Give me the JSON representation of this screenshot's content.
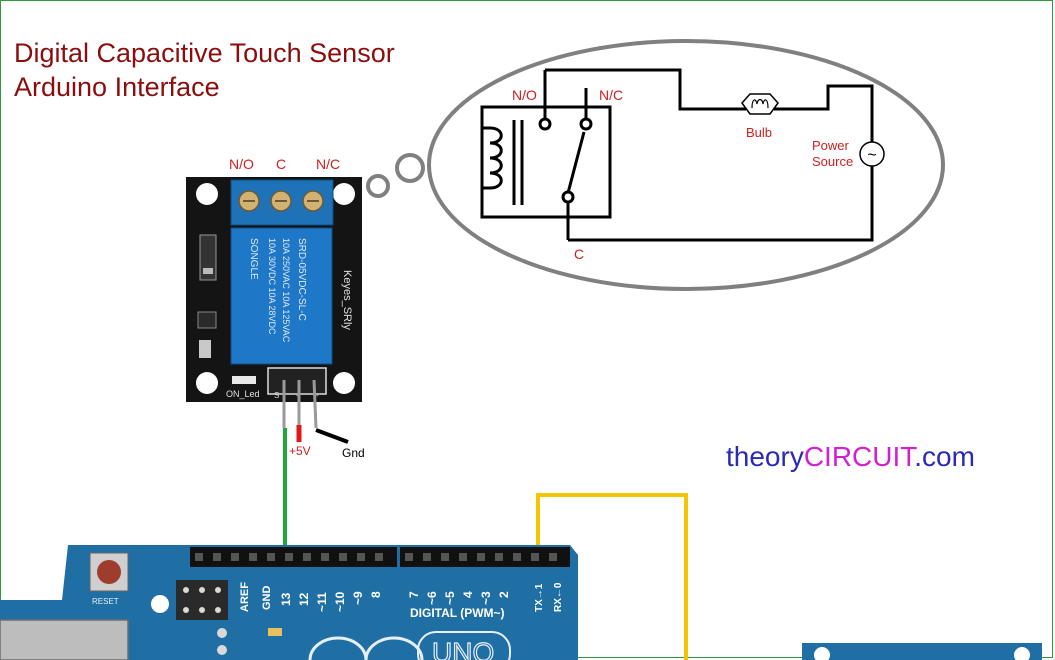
{
  "title": {
    "line1": "Digital Capacitive Touch Sensor",
    "line2": "Arduino Interface"
  },
  "brand": {
    "part1": "theory",
    "part2": "CIRCUIT",
    "part3": ".com"
  },
  "relay_module": {
    "terminals": [
      "N/O",
      "C",
      "N/C"
    ],
    "silk_name": "Keyes_SRly",
    "led_label": "ON_Led",
    "relay_text": [
      "SRD-05VDC-SL-C",
      "10A 250VAC  10A 125VAC",
      "10A 30VDC  10A 28VDC"
    ],
    "relay_brand": "SONGLE",
    "pin_labels": [
      "S",
      "+",
      "-"
    ]
  },
  "pins": {
    "plus5v": "+5V",
    "gnd": "Gnd"
  },
  "schematic": {
    "no_label": "N/O",
    "nc_label": "N/C",
    "c_label": "C",
    "bulb_label": "Bulb",
    "power_label_1": "Power",
    "power_label_2": "Source",
    "ac_symbol": "~"
  },
  "arduino": {
    "reset_label": "RESET",
    "aref": "AREF",
    "gnd": "GND",
    "pins": [
      "13",
      "12",
      "~11",
      "~10",
      "~9",
      "8",
      "7",
      "~6",
      "~5",
      "4",
      "~3",
      "2",
      "TX→1",
      "RX←0"
    ],
    "digital_label": "DIGITAL (PWM~)",
    "uno_label": "UNO"
  },
  "colors": {
    "title": "#8b0d0d",
    "label_red": "#d0201e",
    "wire_green": "#1fa83a",
    "wire_yellow": "#f5c400",
    "wire_red": "#e01818",
    "brand_blue": "#2a2ab8",
    "brand_pink": "#d41fd0",
    "board_blue": "#1f6fa5"
  }
}
